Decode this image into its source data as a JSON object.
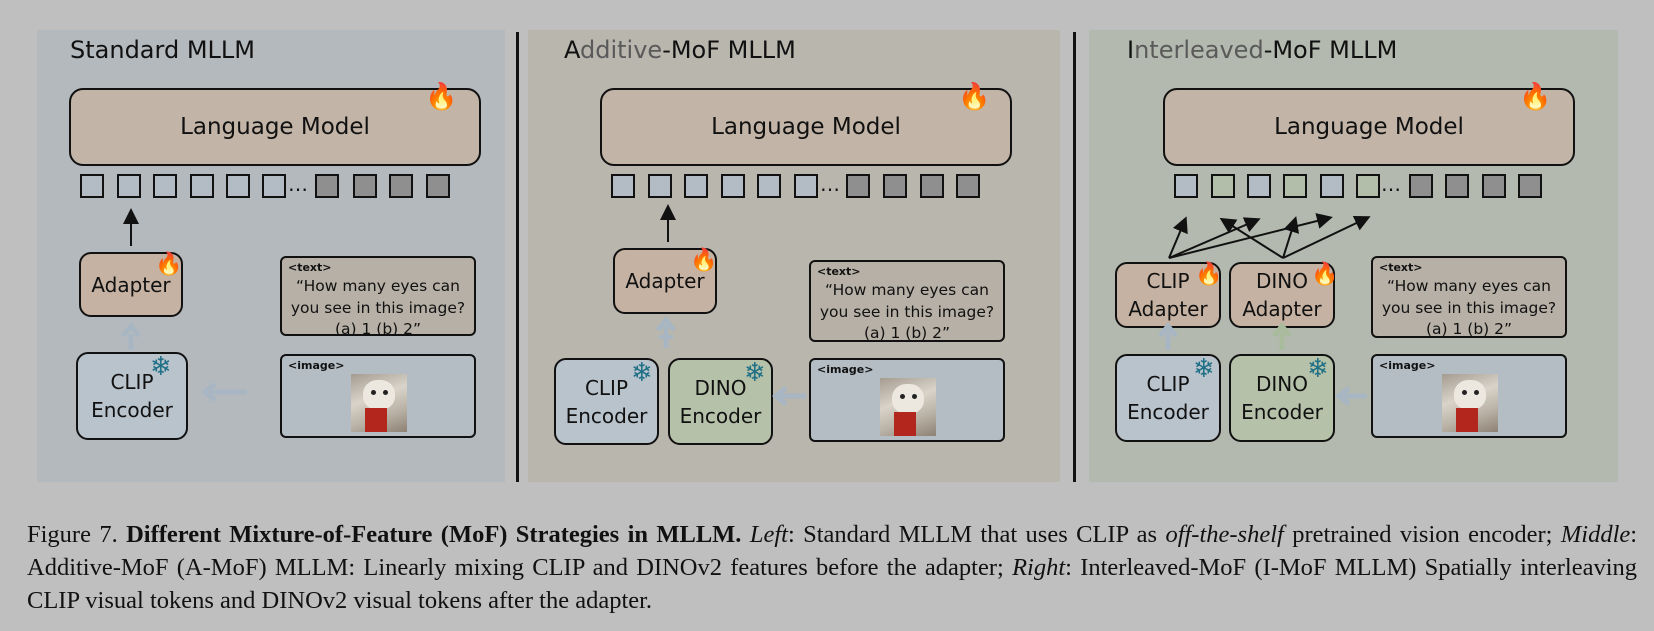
{
  "panels": {
    "standard": {
      "title": "Standard MLLM",
      "language_model": "Language Model",
      "adapter": "Adapter",
      "encoder_line1": "CLIP",
      "encoder_line2": "Encoder"
    },
    "additive": {
      "title_first": "A",
      "title_dim": "dditive",
      "title_rest": "-MoF MLLM",
      "language_model": "Language Model",
      "adapter": "Adapter",
      "clip_line1": "CLIP",
      "clip_line2": "Encoder",
      "dino_line1": "DINO",
      "dino_line2": "Encoder"
    },
    "interleaved": {
      "title_first": "I",
      "title_dim": "nterleaved",
      "title_rest": "-MoF MLLM",
      "language_model": "Language Model",
      "clip_adapter_line1": "CLIP",
      "clip_adapter_line2": "Adapter",
      "dino_adapter_line1": "DINO",
      "dino_adapter_line2": "Adapter",
      "clip_line1": "CLIP",
      "clip_line2": "Encoder",
      "dino_line1": "DINO",
      "dino_line2": "Encoder"
    }
  },
  "text_input": {
    "tag": "<text>",
    "line1": "“How many eyes can",
    "line2": "you see in this image?",
    "line3": "(a) 1 (b) 2”"
  },
  "image_input": {
    "tag": "<image>"
  },
  "ellipsis": "…",
  "icons": {
    "trainable": "fire-icon",
    "frozen": "snowflake-icon"
  },
  "caption": {
    "figure": "Figure 7.",
    "title": "Different Mixture-of-Feature (MoF) Strategies in MLLM.",
    "left_label": "Left",
    "left_text_a": ": Standard MLLM that uses CLIP as",
    "left_italic": "off-the-shelf",
    "left_text_b": "pretrained vision encoder;",
    "middle_label": "Middle",
    "middle_text": ": Additive-MoF (A-MoF) MLLM: Linearly mixing CLIP and DINOv2 features before the adapter;",
    "right_label": "Right",
    "right_text": ": Interleaved-MoF (I-MoF MLLM) Spatially interleaving CLIP visual tokens and DINOv2 visual tokens after the adapter."
  }
}
